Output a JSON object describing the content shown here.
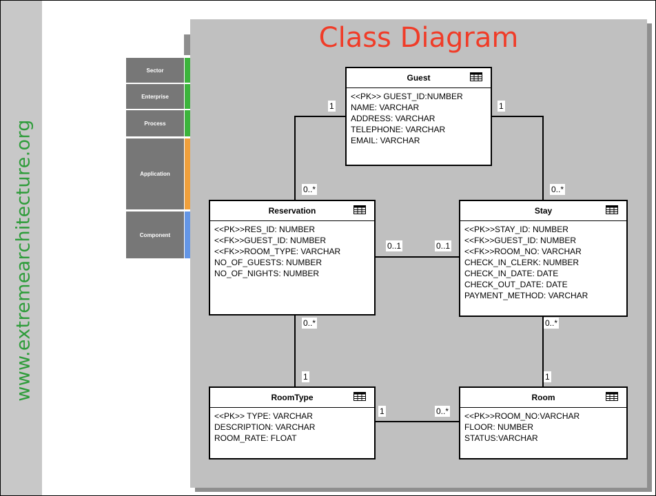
{
  "site": "www.extremearchitecture.org",
  "title": "Class Diagram",
  "nav": [
    {
      "label": "Sector",
      "color": "#3cb43c"
    },
    {
      "label": "Enterprise",
      "color": "#3cb43c"
    },
    {
      "label": "Process",
      "color": "#3cb43c"
    },
    {
      "label": "Application",
      "color": "#f0a03c"
    },
    {
      "label": "Component",
      "color": "#6496e6"
    }
  ],
  "classes": {
    "guest": {
      "name": "Guest",
      "attrs": [
        "<<PK>> GUEST_ID:NUMBER",
        "NAME: VARCHAR",
        "ADDRESS: VARCHAR",
        "TELEPHONE: VARCHAR",
        "EMAIL: VARCHAR"
      ]
    },
    "reservation": {
      "name": "Reservation",
      "attrs": [
        "<<PK>>RES_ID: NUMBER",
        "<<FK>>GUEST_ID: NUMBER",
        "<<FK>>ROOM_TYPE: VARCHAR",
        "NO_OF_GUESTS: NUMBER",
        "NO_OF_NIGHTS: NUMBER"
      ]
    },
    "stay": {
      "name": "Stay",
      "attrs": [
        "<<PK>>STAY_ID: NUMBER",
        "<<FK>>GUEST_ID: NUMBER",
        "<<FK>>ROOM_NO: VARCHAR",
        "CHECK_IN_CLERK: NUMBER",
        "CHECK_IN_DATE: DATE",
        "CHECK_OUT_DATE: DATE",
        "PAYMENT_METHOD: VARCHAR"
      ]
    },
    "roomtype": {
      "name": "RoomType",
      "attrs": [
        "<<PK>> TYPE: VARCHAR",
        "DESCRIPTION: VARCHAR",
        "ROOM_RATE: FLOAT"
      ]
    },
    "room": {
      "name": "Room",
      "attrs": [
        "<<PK>>ROOM_NO:VARCHAR",
        "FLOOR: NUMBER",
        "STATUS:VARCHAR"
      ]
    }
  },
  "multiplicities": {
    "guest_res_guest": "1",
    "guest_res_res": "0..*",
    "guest_stay_guest": "1",
    "guest_stay_stay": "0..*",
    "res_stay_res": "0..1",
    "res_stay_stay": "0..1",
    "res_roomtype_res": "0..*",
    "res_roomtype_roomtype": "1",
    "stay_room_stay": "0..*",
    "stay_room_room": "1",
    "roomtype_room_roomtype": "1",
    "roomtype_room_room": "0..*"
  }
}
